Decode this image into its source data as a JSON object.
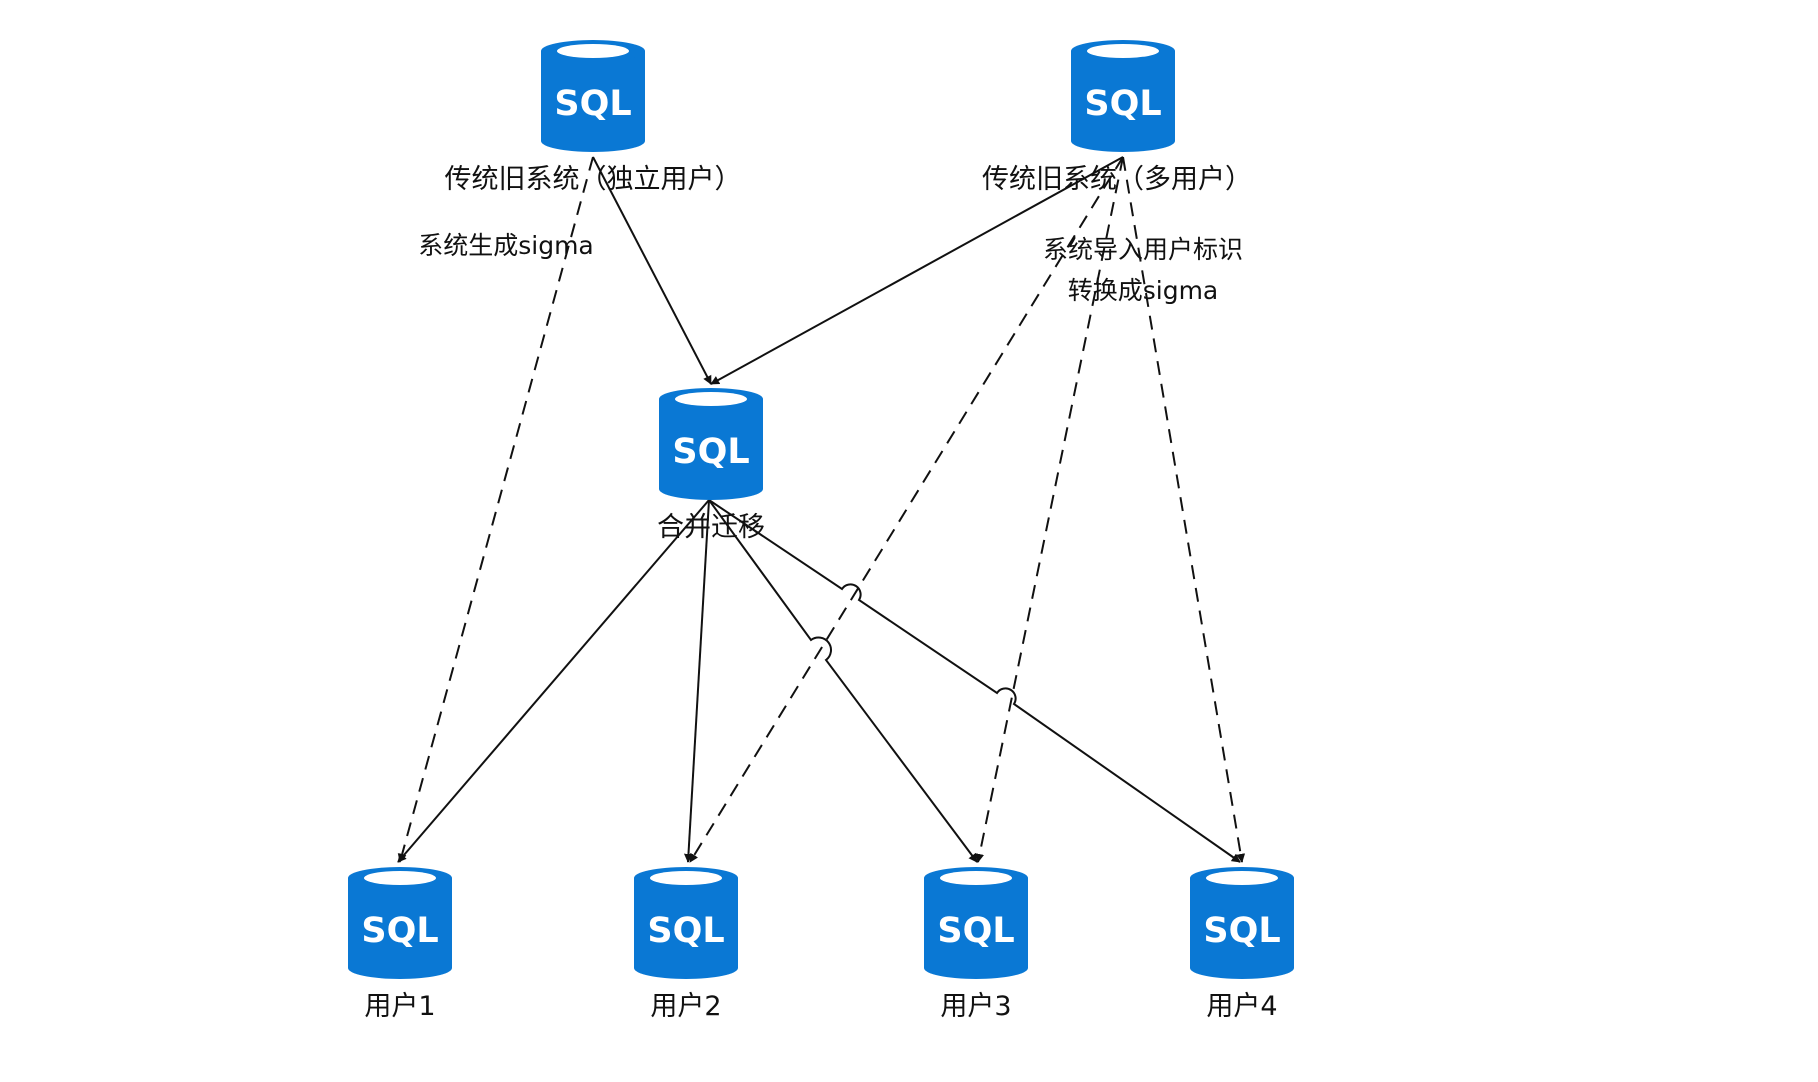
{
  "diagram": {
    "colors": {
      "database": "#0a78d4",
      "line": "#111111",
      "text": "#111111"
    },
    "icon": "sql-database-icon",
    "nodes": [
      {
        "id": "legacy-single",
        "label": "传统旧系统（独立用户）",
        "icon_text": "SQL"
      },
      {
        "id": "legacy-multi",
        "label": "传统旧系统（多用户）",
        "icon_text": "SQL"
      },
      {
        "id": "merge",
        "label": "合并迁移",
        "icon_text": "SQL"
      },
      {
        "id": "user1",
        "label": "用户1",
        "icon_text": "SQL"
      },
      {
        "id": "user2",
        "label": "用户2",
        "icon_text": "SQL"
      },
      {
        "id": "user3",
        "label": "用户3",
        "icon_text": "SQL"
      },
      {
        "id": "user4",
        "label": "用户4",
        "icon_text": "SQL"
      }
    ],
    "edges": [
      {
        "from": "legacy-single",
        "to": "merge",
        "style": "solid"
      },
      {
        "from": "legacy-multi",
        "to": "merge",
        "style": "solid"
      },
      {
        "from": "merge",
        "to": "user1",
        "style": "solid"
      },
      {
        "from": "merge",
        "to": "user2",
        "style": "solid"
      },
      {
        "from": "merge",
        "to": "user3",
        "style": "solid"
      },
      {
        "from": "merge",
        "to": "user4",
        "style": "solid"
      },
      {
        "from": "legacy-single",
        "to": "user1",
        "style": "dashed"
      },
      {
        "from": "legacy-multi",
        "to": "user2",
        "style": "dashed"
      },
      {
        "from": "legacy-multi",
        "to": "user3",
        "style": "dashed"
      },
      {
        "from": "legacy-multi",
        "to": "user4",
        "style": "dashed"
      }
    ],
    "edge_labels": {
      "single_sigma": "系统生成sigma",
      "multi_import": "系统导入用户标识",
      "multi_convert": "转换成sigma"
    }
  }
}
